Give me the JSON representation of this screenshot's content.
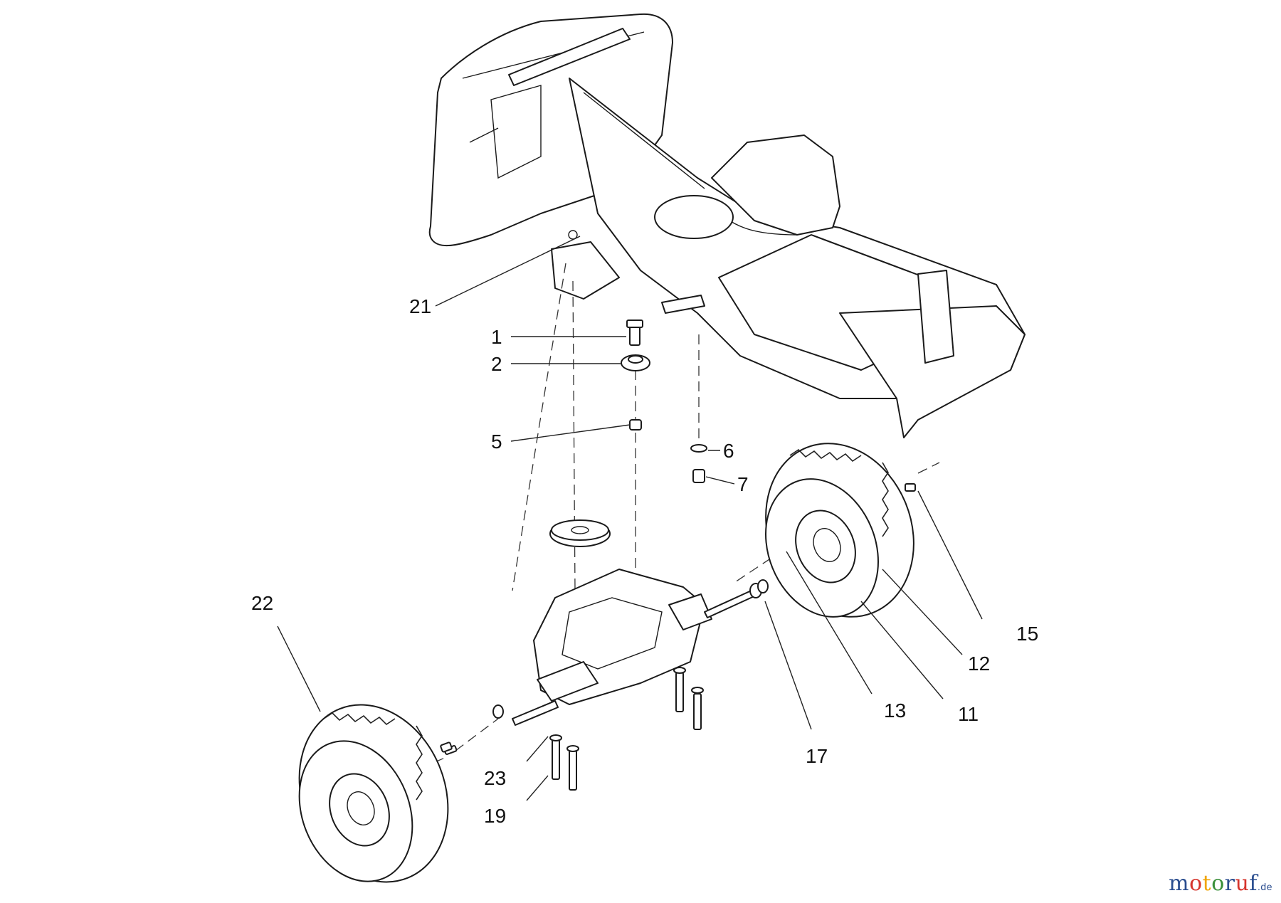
{
  "callouts": [
    {
      "label": "1"
    },
    {
      "label": "2"
    },
    {
      "label": "5"
    },
    {
      "label": "6"
    },
    {
      "label": "7"
    },
    {
      "label": "11"
    },
    {
      "label": "12"
    },
    {
      "label": "13"
    },
    {
      "label": "15"
    },
    {
      "label": "17"
    },
    {
      "label": "19"
    },
    {
      "label": "21"
    },
    {
      "label": "22"
    },
    {
      "label": "23"
    }
  ],
  "watermark": {
    "letters": [
      {
        "ch": "m",
        "color": "#2a4d8f"
      },
      {
        "ch": "o",
        "color": "#d6342c"
      },
      {
        "ch": "t",
        "color": "#f0a400"
      },
      {
        "ch": "o",
        "color": "#3a8f3a"
      },
      {
        "ch": "r",
        "color": "#2a4d8f"
      },
      {
        "ch": "u",
        "color": "#d6342c"
      },
      {
        "ch": "f",
        "color": "#2a4d8f"
      }
    ],
    "suffix": ".de"
  }
}
